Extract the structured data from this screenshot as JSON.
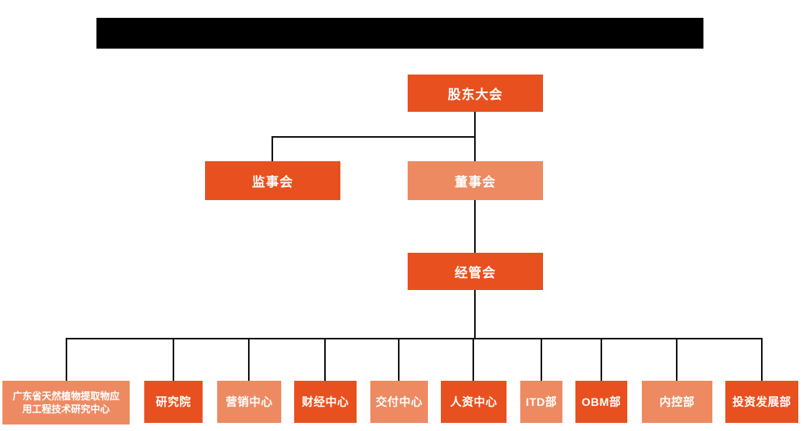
{
  "colors": {
    "primary": "#E8511F",
    "secondary": "#ED8A62",
    "line": "#161616",
    "redaction": "#000000",
    "label_text": "#FFFFFF",
    "background": "#FFFFFF"
  },
  "redacted_title": {
    "present": true,
    "note": "title text blacked out"
  },
  "chart": {
    "type": "org-chart",
    "levels": {
      "level1": {
        "label": "股东大会",
        "color": "primary"
      },
      "level2": [
        {
          "label": "监事会",
          "color": "primary"
        },
        {
          "label": "董事会",
          "color": "secondary"
        }
      ],
      "level3": {
        "label": "经管会",
        "color": "primary"
      },
      "level4": [
        {
          "label": "广东省天然植物提取物应用工程技术研究中心",
          "color": "secondary"
        },
        {
          "label": "研究院",
          "color": "primary"
        },
        {
          "label": "营销中心",
          "color": "secondary"
        },
        {
          "label": "财经中心",
          "color": "primary"
        },
        {
          "label": "交付中心",
          "color": "secondary"
        },
        {
          "label": "人资中心",
          "color": "primary"
        },
        {
          "label": "ITD部",
          "color": "secondary"
        },
        {
          "label": "OBM部",
          "color": "primary"
        },
        {
          "label": "内控部",
          "color": "secondary"
        },
        {
          "label": "投资发展部",
          "color": "primary"
        }
      ]
    }
  }
}
